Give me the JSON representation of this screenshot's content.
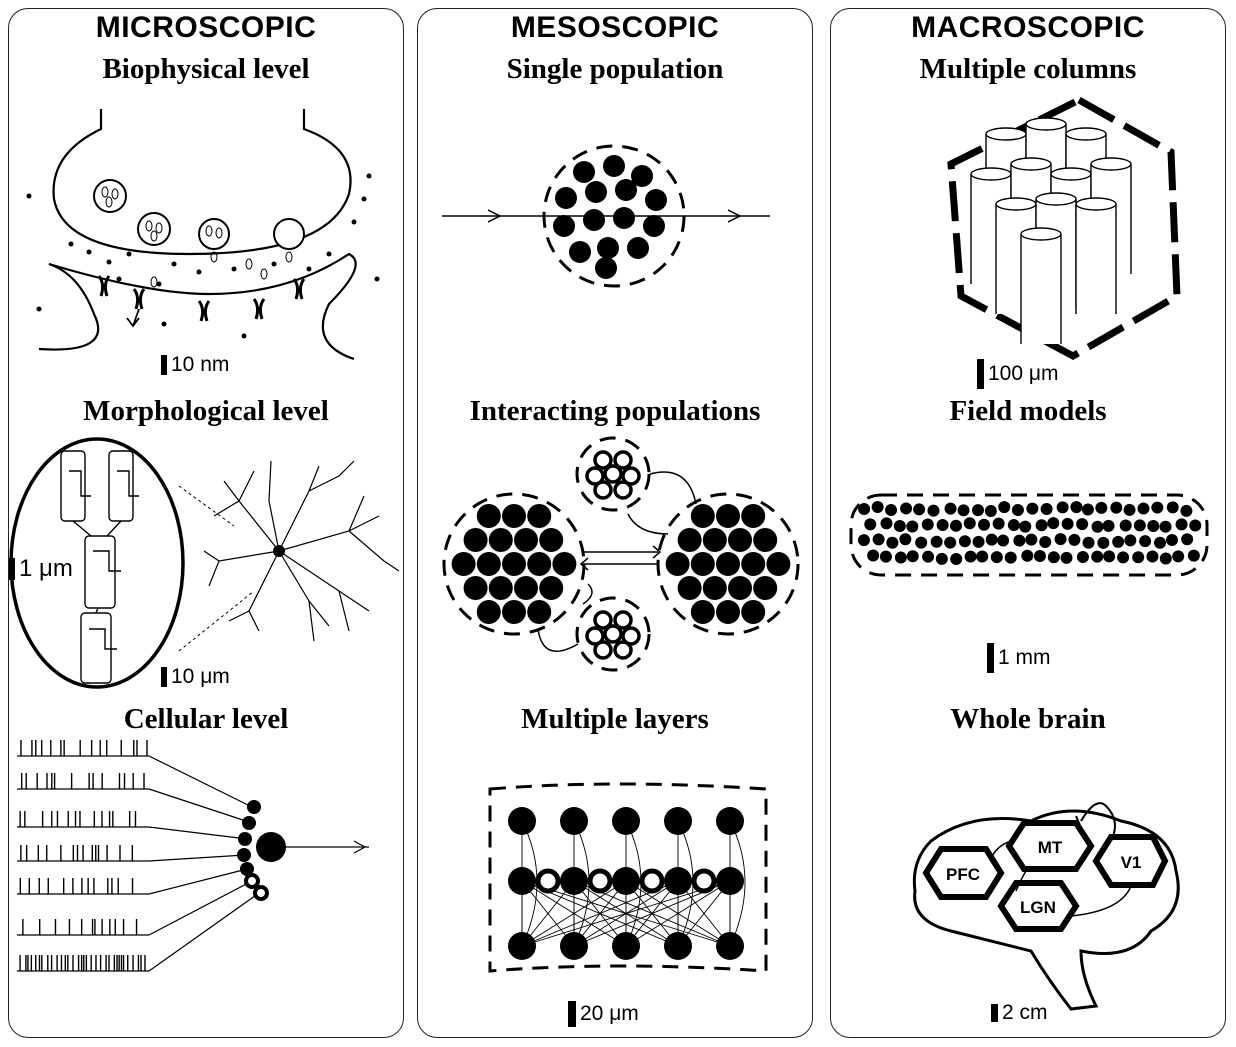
{
  "panels": [
    {
      "title": "MICROSCOPIC",
      "levels": [
        {
          "label": "Biophysical level",
          "scale": "10 nm"
        },
        {
          "label": "Morphological level",
          "scale": "10  μm",
          "inset_scale": "1 μm"
        },
        {
          "label": "Cellular level"
        }
      ]
    },
    {
      "title": "MESOSCOPIC",
      "levels": [
        {
          "label": "Single population"
        },
        {
          "label": "Interacting populations"
        },
        {
          "label": "Multiple layers",
          "scale": "20 μm"
        }
      ]
    },
    {
      "title": "MACROSCOPIC",
      "levels": [
        {
          "label": "Multiple columns",
          "scale": "100 μm"
        },
        {
          "label": "Field models",
          "scale": "1 mm"
        },
        {
          "label": "Whole brain",
          "scale": "2 cm",
          "regions": [
            "PFC",
            "MT",
            "V1",
            "LGN"
          ]
        }
      ]
    }
  ]
}
